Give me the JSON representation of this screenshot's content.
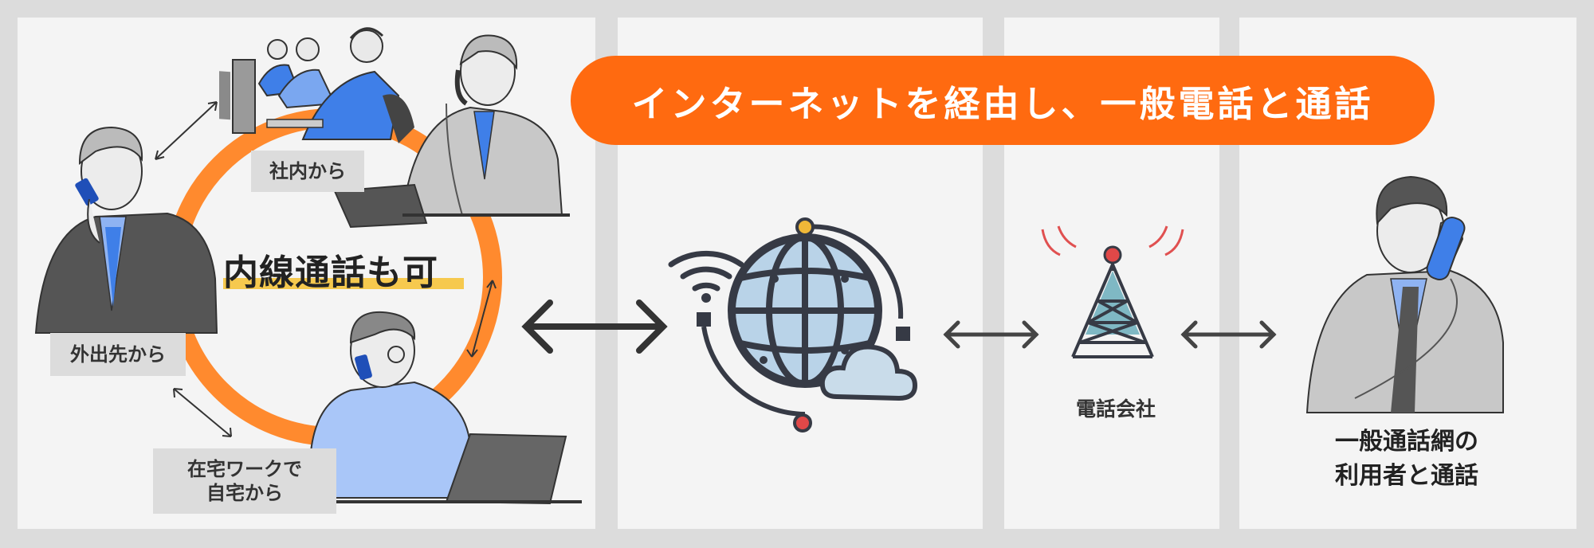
{
  "banner": {
    "text": "インターネットを経由し、一般電話と通話"
  },
  "left_panel": {
    "label_office": "社内から",
    "label_outside": "外出先から",
    "label_home_line1": "在宅ワークで",
    "label_home_line2": "自宅から",
    "internal_call": "内線通話も可"
  },
  "carrier": {
    "label": "電話会社"
  },
  "callee": {
    "line1": "一般通話網の",
    "line2": "利用者と通話"
  },
  "colors": {
    "accent": "#ff6a10",
    "highlight": "#f6c94e",
    "blue": "#3f7fe8",
    "dark": "#363a45",
    "signal": "#e05050"
  },
  "icons": [
    "globe-icon",
    "wifi-icon",
    "cloud-icon",
    "antenna-tower-icon",
    "arrow-double-icon",
    "telephone-icon",
    "laptop-icon",
    "headset-icon"
  ]
}
